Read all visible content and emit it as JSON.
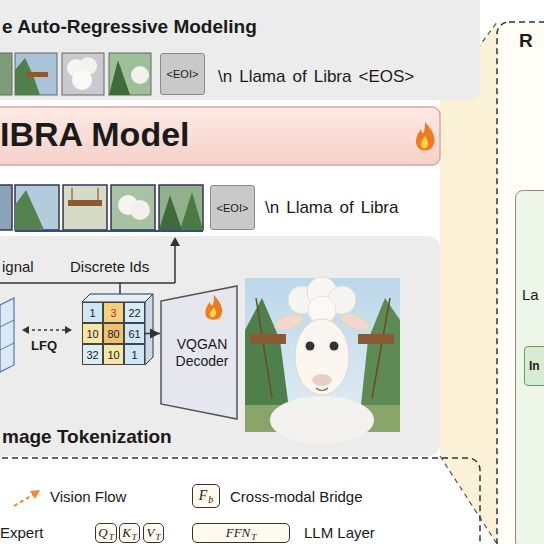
{
  "diagram": {
    "nodes": [
      {
        "text": [
          "e Auto-Regressive Modeling"
        ]
      },
      {
        "text": [
          "<EOI>"
        ],
        "in": 0
      },
      {
        "text": [
          "IBRA Model"
        ]
      },
      {
        "text": [
          "<EOI>"
        ]
      },
      {
        "text": [
          "mage Tokenization"
        ]
      },
      {
        "text": [
          "1"
        ],
        "in": 4
      },
      {
        "text": [
          "3"
        ],
        "in": 4
      },
      {
        "text": [
          "22"
        ],
        "in": 4
      },
      {
        "text": [
          "10"
        ],
        "in": 4
      },
      {
        "text": [
          "80"
        ],
        "in": 4
      },
      {
        "text": [
          "61"
        ],
        "in": 4
      },
      {
        "text": [
          "32"
        ],
        "in": 4
      },
      {
        "text": [
          "10"
        ],
        "in": 4
      },
      {
        "text": [
          "1"
        ],
        "in": 4
      },
      {
        "text": [
          "VQGAN Decoder"
        ],
        "in": 4
      },
      {
        "text": [
          "R"
        ]
      },
      {
        "text": [
          "La"
        ],
        "in": 15
      },
      {
        "text": [
          "In"
        ],
        "in": 16
      },
      {
        "text": [
          "F",
          "b"
        ]
      },
      {
        "text": [
          "Q",
          "T"
        ]
      },
      {
        "text": [
          "K",
          "T"
        ]
      },
      {
        "text": [
          "V",
          "T"
        ]
      },
      {
        "text": [
          "FFN",
          "T"
        ]
      }
    ],
    "edges": [
      {
        "from": 10,
        "to": 14,
        "arrow": "to"
      }
    ],
    "labels": [
      "\\n",
      "Llama",
      "of",
      "Libra",
      "<EOS>",
      "\\n",
      "Llama",
      "of",
      "Libra",
      "ignal",
      "Discrete Ids",
      "LFQ"
    ],
    "legend": [
      {
        "text": "Vision Flow"
      },
      {
        "text": "Cross-modal Bridge"
      },
      {
        "text": "Expert"
      },
      {
        "text": "LLM Layer"
      }
    ]
  }
}
